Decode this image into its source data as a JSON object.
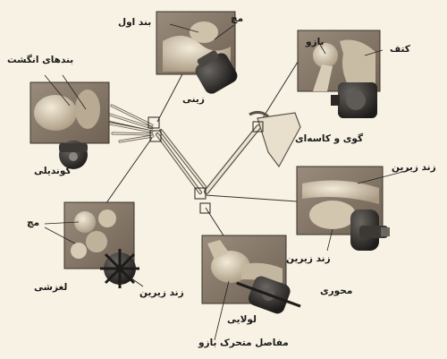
{
  "diagram": {
    "labels": {
      "phalanges": "بندهای انگشت",
      "condyloid": "کوندیلی",
      "wrist_top": "مچ",
      "first_phalanx": "بند اول",
      "saddle": "زینی",
      "humerus": "بازو",
      "shoulder": "کتف",
      "ball_socket": "گوی و کاسه‌ای",
      "ulna_right": "زند زیرین",
      "ulna_right_lower": "زند زیرین",
      "pivot": "محوری",
      "wrist_left": "مچ",
      "gliding": "لغزشی",
      "ulna_bottom": "زند زیرین",
      "hinge": "لولایی",
      "humerus_bottom": "بازو",
      "synovial": "مفاصل متحرک"
    }
  }
}
